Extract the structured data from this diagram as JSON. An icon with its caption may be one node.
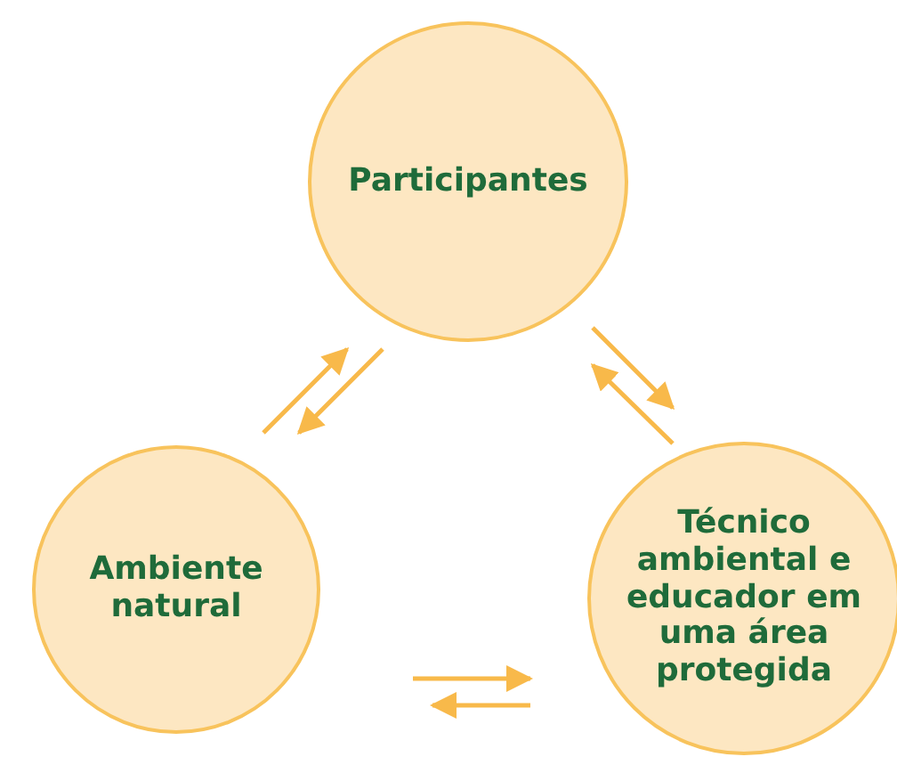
{
  "diagram": {
    "nodes": [
      {
        "text": [
          "Participantes"
        ]
      },
      {
        "text": [
          "Ambiente natural"
        ]
      },
      {
        "text": [
          "Técnico ambiental e educador em uma área protegida"
        ]
      }
    ],
    "edges": [
      {
        "from": 1,
        "to": 0,
        "arrow": "to"
      },
      {
        "from": 0,
        "to": 1,
        "arrow": "to"
      },
      {
        "from": 0,
        "to": 2,
        "arrow": "to"
      },
      {
        "from": 2,
        "to": 0,
        "arrow": "to"
      },
      {
        "from": 1,
        "to": 2,
        "arrow": "to"
      },
      {
        "from": 2,
        "to": 1,
        "arrow": "to"
      }
    ]
  }
}
